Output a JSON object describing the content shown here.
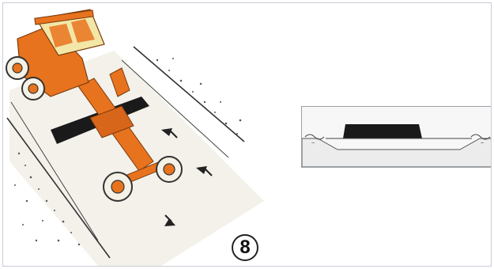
{
  "figure": {
    "step_number": "8",
    "colors": {
      "machine_body": "#e8731e",
      "cab": "#f3e7a8",
      "tire": "#f4f1e6",
      "blade": "#1a1a1a",
      "road_surface": "#f3f1ea",
      "gravel": "#555555"
    },
    "illustration": "motor-grader-spreading-material",
    "cross_section": "road-cross-section-with-material-layer"
  }
}
